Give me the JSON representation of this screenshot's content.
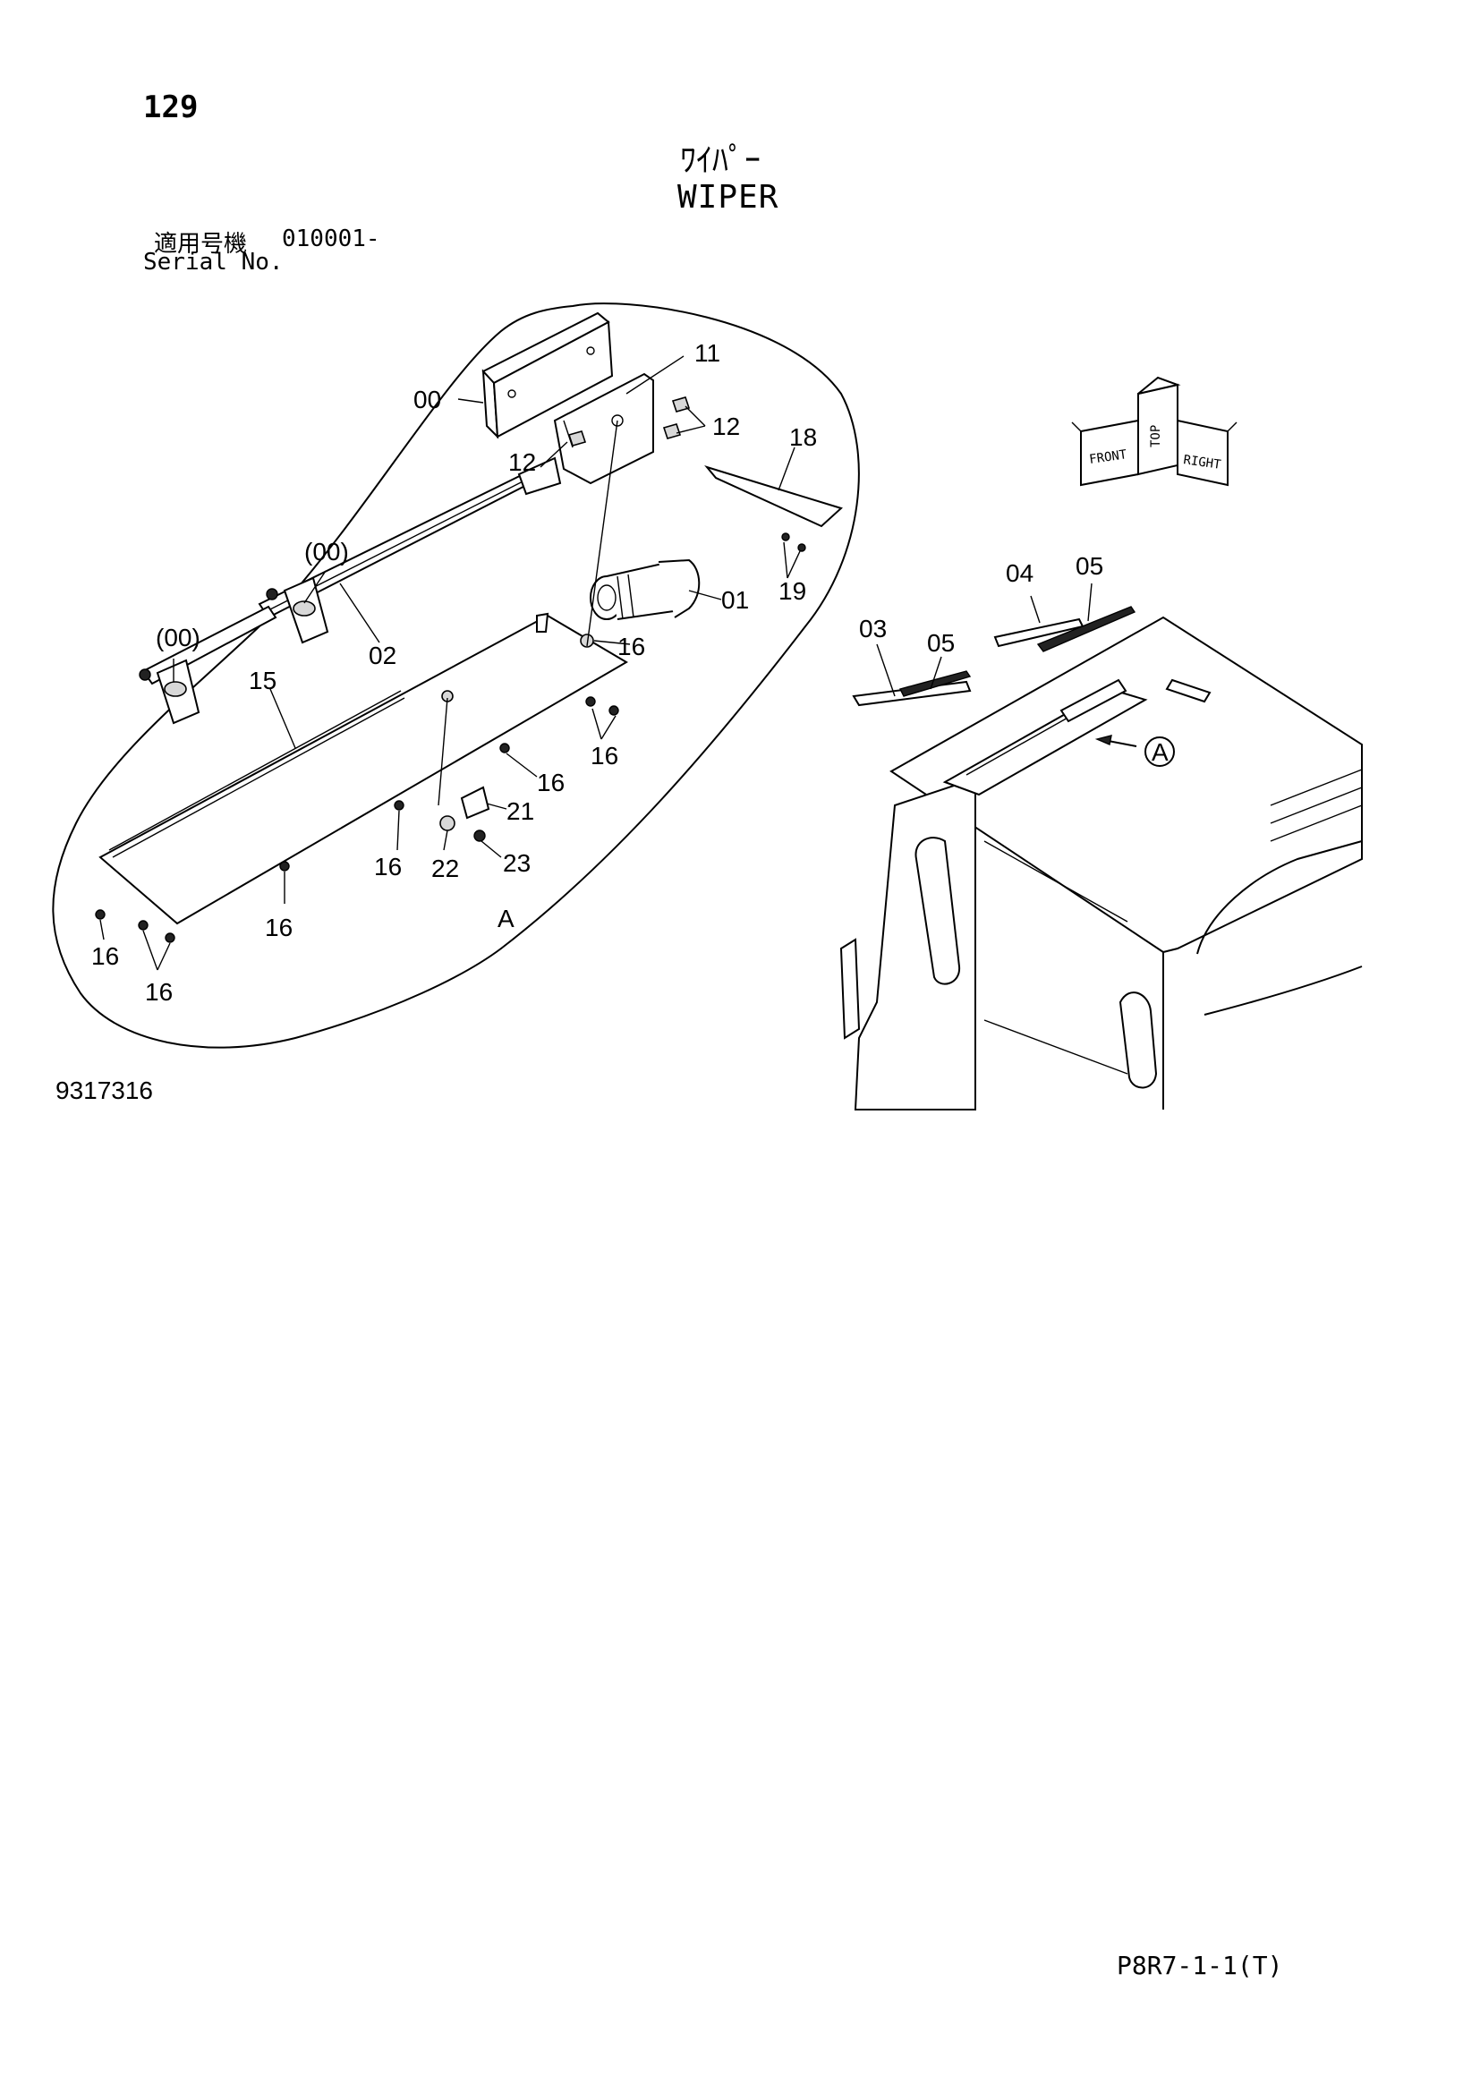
{
  "header": {
    "page_number": "129",
    "title_jp": "ﾜｲﾊﾟｰ",
    "title_en": "WIPER",
    "serial_label_jp": "適用号機",
    "serial_range": "010001-",
    "serial_label_en": "Serial No."
  },
  "footer": {
    "drawing_number": "9317316",
    "page_code": "P8R7-1-1(T)"
  },
  "direction_indicator": {
    "front": "FRONT",
    "right": "RIGHT",
    "top": "TOP"
  },
  "callouts": {
    "c00": "00",
    "c11": "11",
    "c12a": "12",
    "c12b": "12",
    "c18": "18",
    "c00p1": "(00)",
    "c00p2": "(00)",
    "c01": "01",
    "c19": "19",
    "c16a": "16",
    "c02": "02",
    "c15": "15",
    "c16b": "16",
    "c16c": "16",
    "c21": "21",
    "c16d": "16",
    "c22": "22",
    "c23": "23",
    "c16e": "16",
    "c16f": "16",
    "c16g": "16",
    "cA1": "A",
    "c04": "04",
    "c05a": "05",
    "c03": "03",
    "c05b": "05",
    "cA2": "A"
  }
}
